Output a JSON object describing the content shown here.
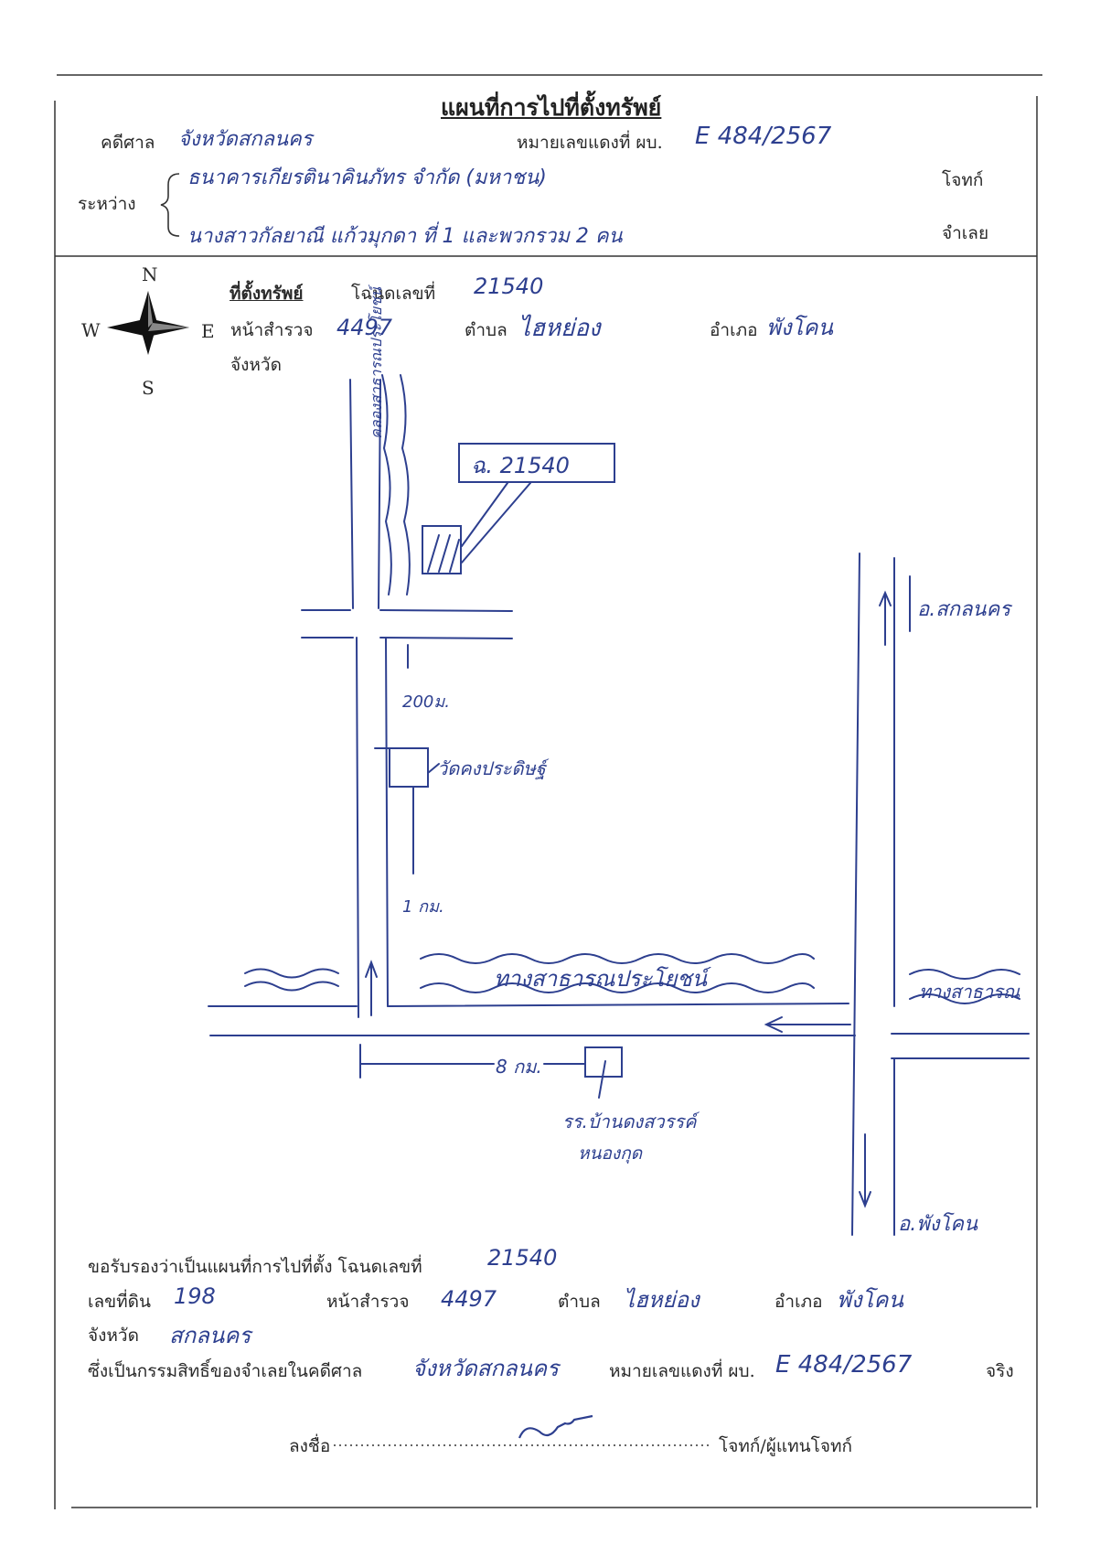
{
  "doc": {
    "title": "แผนที่การไปที่ตั้งทรัพย์",
    "court_label": "คดีศาล",
    "court_name": "จังหวัดสกลนคร",
    "case_no_label": "หมายเลขแดงที่ ผบ.",
    "case_no": "E 484/2567",
    "between_label": "ระหว่าง",
    "plaintiff_name": "ธนาคารเกียรตินาคินภัทร จำกัด (มหาชน)",
    "plaintiff_role": "โจทก์",
    "defendant_name": "นางสาวกัลยาณี แก้วมุกดา ที่ 1 และพวกรวม 2 คน",
    "defendant_role": "จำเลย"
  },
  "compass": {
    "n": "N",
    "s": "S",
    "e": "E",
    "w": "W"
  },
  "property": {
    "header_label": "ที่ตั้งทรัพย์",
    "deed_label": "โฉนดเลขที่",
    "deed_no": "21540",
    "survey_label": "หน้าสำรวจ",
    "survey_no": "4497",
    "subdistrict_label": "ตำบล",
    "subdistrict": "ไฮหย่อง",
    "district_label": "อำเภอ",
    "district": "พังโคน",
    "province_label": "จังหวัด"
  },
  "map": {
    "canal_label": "คลองสาธารณประโยชน์",
    "deed_box": "ฉ. 21540",
    "dist_200m": "200ม.",
    "landmark_1": "วัดคงประดิษฐ์",
    "dist_1km": "1 กม.",
    "public_way": "ทางสาธารณประโยชน์",
    "public_way_right": "ทางสาธารณ",
    "to_sakon": "อ.สกลนคร",
    "dist_8km": "8 กม.",
    "school_1": "รร.บ้านดงสวรรค์",
    "school_2": "หนองกุด",
    "to_phangkhon": "อ.พังโคน"
  },
  "cert": {
    "line1_label": "ขอรับรองว่าเป็นแผนที่การไปที่ตั้ง โฉนดเลขที่",
    "deed_no": "21540",
    "land_no_label": "เลขที่ดิน",
    "land_no": "198",
    "survey_label": "หน้าสำรวจ",
    "survey_no": "4497",
    "subdistrict_label": "ตำบล",
    "subdistrict": "ไฮหย่อง",
    "district_label": "อำเภอ",
    "district": "พังโคน",
    "province_label": "จังหวัด",
    "province": "สกลนคร",
    "owner_label": "ซึ่งเป็นกรรมสิทธิ์ของจำเลยในคดีศาล",
    "court_name": "จังหวัดสกลนคร",
    "case_no_label": "หมายเลขแดงที่ ผบ.",
    "case_no": "E 484/2567",
    "true_label": "จริง",
    "sign_label": "ลงชื่อ",
    "sign_role": "โจทก์/ผู้แทนโจทก์"
  }
}
